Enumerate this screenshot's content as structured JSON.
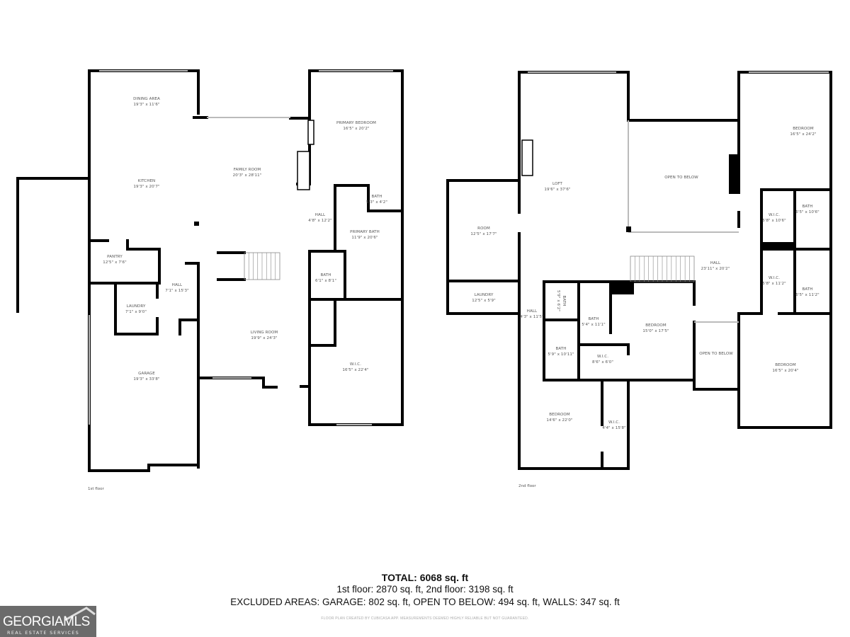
{
  "floor1": {
    "label": "1st floor",
    "rooms": [
      {
        "name": "DINING AREA",
        "dim": "19'3\" x 11'6\""
      },
      {
        "name": "KITCHEN",
        "dim": "19'3\" x 20'7\""
      },
      {
        "name": "FAMILY ROOM",
        "dim": "20'3\" x 28'11\""
      },
      {
        "name": "PRIMARY BEDROOM",
        "dim": "16'5\" x 20'2\""
      },
      {
        "name": "BATH",
        "dim": "5'3\" x 4'2\""
      },
      {
        "name": "HALL",
        "dim": "4'8\" x 12'2\""
      },
      {
        "name": "PRIMARY BATH",
        "dim": "11'9\" x 20'6\""
      },
      {
        "name": "PANTRY",
        "dim": "12'5\" x 7'6\""
      },
      {
        "name": "HALL",
        "dim": "7'1\" x 15'3\""
      },
      {
        "name": "BATH",
        "dim": "6'1\" x 8'1\""
      },
      {
        "name": "LAUNDRY",
        "dim": "7'1\" x 9'0\""
      },
      {
        "name": "LIVING ROOM",
        "dim": "19'9\" x 24'3\""
      },
      {
        "name": "GARAGE",
        "dim": "19'3\" x 33'8\""
      },
      {
        "name": "W.I.C.",
        "dim": "16'5\" x 22'4\""
      }
    ]
  },
  "floor2": {
    "label": "2nd floor",
    "rooms": [
      {
        "name": "LOFT",
        "dim": "19'6\" x 37'6\""
      },
      {
        "name": "OPEN TO BELOW",
        "dim": ""
      },
      {
        "name": "BEDROOM",
        "dim": "16'5\" x 24'2\""
      },
      {
        "name": "ROOM",
        "dim": "12'5\" x 17'7\""
      },
      {
        "name": "W.I.C.",
        "dim": "5'8\" x 10'6\""
      },
      {
        "name": "BATH",
        "dim": "6'5\" x 10'6\""
      },
      {
        "name": "HALL",
        "dim": "23'11\" x 20'2\""
      },
      {
        "name": "W.I.C.",
        "dim": "5'8\" x 11'2\""
      },
      {
        "name": "BATH",
        "dim": "6'5\" x 11'2\""
      },
      {
        "name": "LAUNDRY",
        "dim": "12'5\" x 5'9\""
      },
      {
        "name": "BATH",
        "dim": "5'9\" x 6'2\""
      },
      {
        "name": "HALL",
        "dim": "4'3\" x 11'5\""
      },
      {
        "name": "BATH",
        "dim": "5'4\" x 11'1\""
      },
      {
        "name": "BEDROOM",
        "dim": "15'0\" x 17'5\""
      },
      {
        "name": "BATH",
        "dim": "5'9\" x 10'11\""
      },
      {
        "name": "W.I.C.",
        "dim": "8'6\" x 6'0\""
      },
      {
        "name": "OPEN TO BELOW",
        "dim": ""
      },
      {
        "name": "BEDROOM",
        "dim": "16'5\" x 20'4\""
      },
      {
        "name": "BEDROOM",
        "dim": "14'6\" x 22'0\""
      },
      {
        "name": "W.I.C.",
        "dim": "4'4\" x 15'8\""
      }
    ]
  },
  "summary": {
    "total": "TOTAL: 6068 sq. ft",
    "floors": "1st floor: 2870 sq. ft, 2nd floor: 3198 sq. ft",
    "excluded": "EXCLUDED AREAS: GARAGE: 802 sq. ft, OPEN TO BELOW: 494 sq. ft, WALLS: 347 sq. ft",
    "disclaimer": "Floor plan created by CubiCasa App. Measurements deemed highly reliable but not guaranteed."
  },
  "logo": {
    "text": "GEORGIAMLS",
    "sub": "REAL ESTATE SERVICES"
  },
  "colors": {
    "wall": "#000000",
    "window": "#cccccc",
    "label": "#555555",
    "logo_bg": "#6b6b6b"
  }
}
